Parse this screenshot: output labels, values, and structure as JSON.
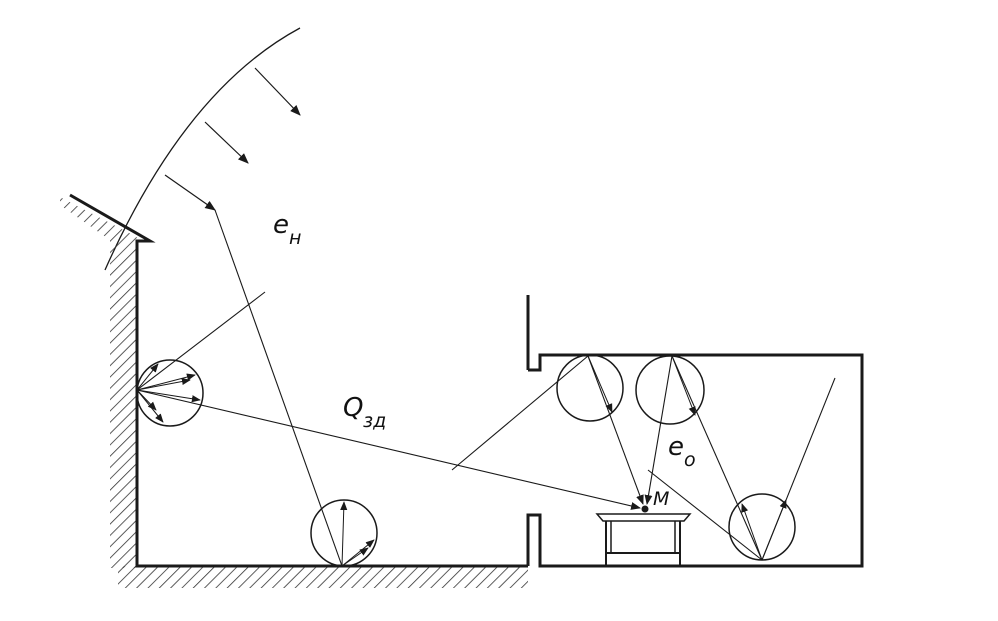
{
  "labels": {
    "e_n_main": "e",
    "e_n_sub": "н",
    "q_main": "Q",
    "q_sub": "зд",
    "e_o_main": "e",
    "e_o_sub": "о",
    "point_m": "M"
  },
  "colors": {
    "ink": "#1a1a1a",
    "background": "#ffffff",
    "hatch": "#333333"
  }
}
